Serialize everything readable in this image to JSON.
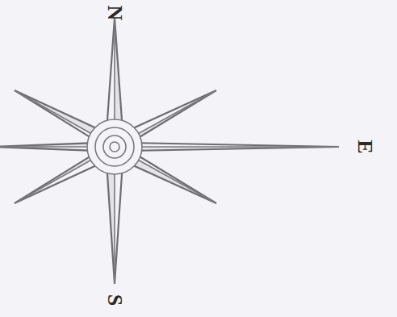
{
  "diagram": {
    "labels": [
      "N",
      "E",
      "S"
    ]
  }
}
